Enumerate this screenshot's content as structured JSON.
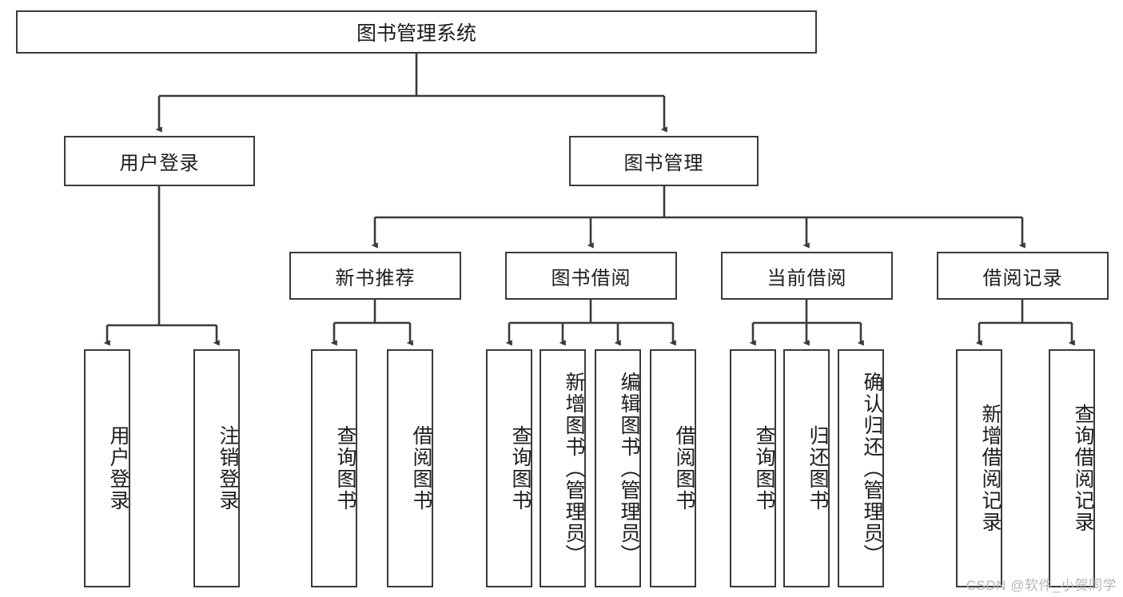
{
  "diagram": {
    "title": "图书管理系统",
    "type": "tree",
    "watermark": "CSDN @软件_小贺同学",
    "colors": {
      "stroke": "#3a3a3a",
      "fill": "#ffffff",
      "text": "#1c1c1c",
      "watermark": "#b6b6b6"
    },
    "root": {
      "label": "图书管理系统"
    },
    "level2": [
      {
        "label": "用户登录"
      },
      {
        "label": "图书管理"
      }
    ],
    "level3": [
      {
        "label": "新书推荐"
      },
      {
        "label": "图书借阅"
      },
      {
        "label": "当前借阅"
      },
      {
        "label": "借阅记录"
      }
    ],
    "leaves": {
      "user_login": [
        {
          "label": "用户登录"
        },
        {
          "label": "注销登录"
        }
      ],
      "new_book": [
        {
          "label": "查询图书"
        },
        {
          "label": "借阅图书"
        }
      ],
      "borrow_book": [
        {
          "label": "查询图书"
        },
        {
          "label": "新增图书（管理员）"
        },
        {
          "label": "编辑图书（管理员）"
        },
        {
          "label": "借阅图书"
        }
      ],
      "current_borrow": [
        {
          "label": "查询图书"
        },
        {
          "label": "归还图书"
        },
        {
          "label": "确认归还（管理员）"
        }
      ],
      "borrow_record": [
        {
          "label": "新增借阅记录"
        },
        {
          "label": "查询借阅记录"
        }
      ]
    }
  }
}
